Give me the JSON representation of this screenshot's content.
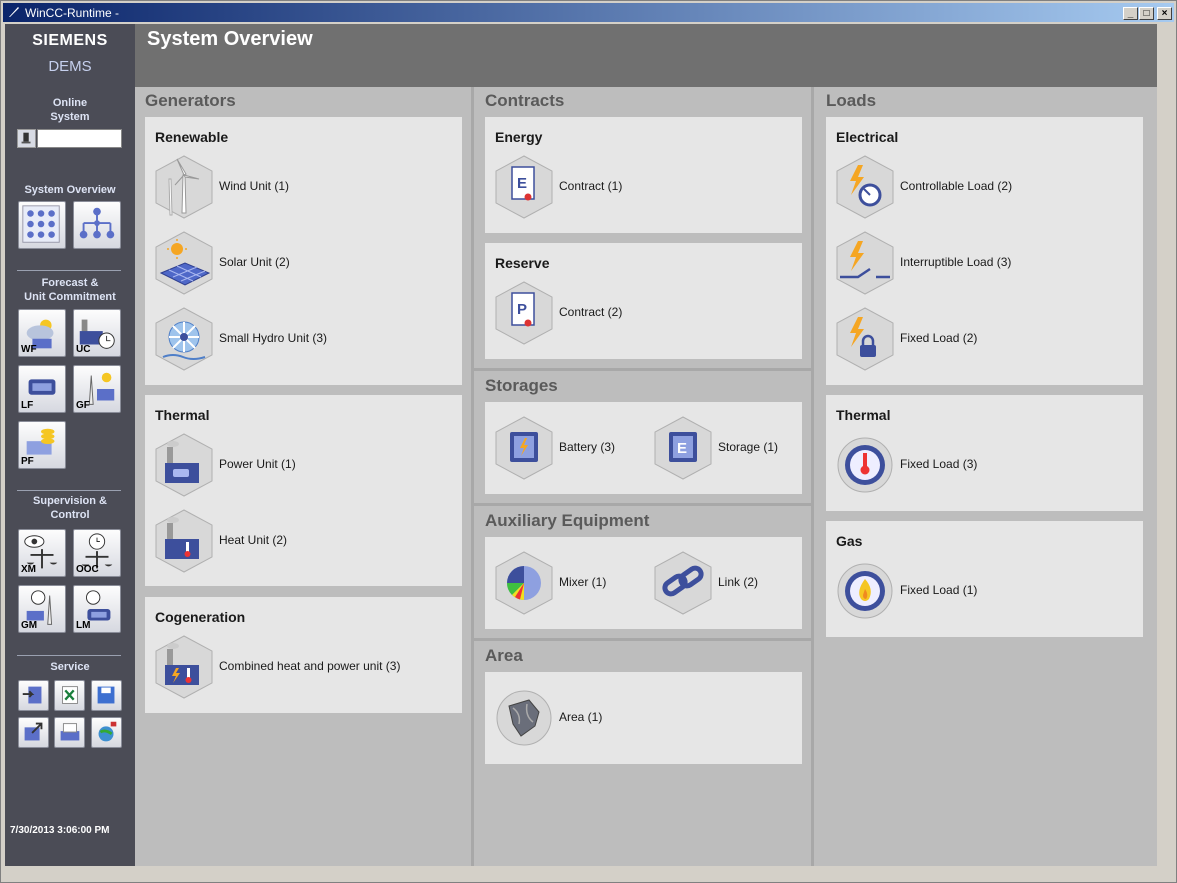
{
  "window": {
    "title": "WinCC-Runtime -",
    "minimize_label": "_",
    "maximize_label": "□",
    "close_label": "×"
  },
  "sidebar": {
    "brand": "SIEMENS",
    "product": "DEMS",
    "online_system_label": "Online\nSystem",
    "online_system_value": "",
    "system_overview_label": "System Overview",
    "forecast_label": "Forecast &\nUnit Commitment",
    "forecast_buttons": [
      "WF",
      "UC",
      "LF",
      "GF",
      "PF"
    ],
    "supervision_label": "Supervision &\nControl",
    "supervision_buttons": [
      "XM",
      "OOC",
      "GM",
      "LM"
    ],
    "service_label": "Service",
    "datetime": "7/30/2013 3:06:00 PM"
  },
  "header": {
    "title": "System Overview"
  },
  "generators": {
    "title": "Generators",
    "renewable": {
      "title": "Renewable",
      "items": [
        "Wind Unit (1)",
        "Solar Unit (2)",
        "Small Hydro Unit (3)"
      ]
    },
    "thermal": {
      "title": "Thermal",
      "items": [
        "Power Unit (1)",
        "Heat Unit (2)"
      ]
    },
    "cogeneration": {
      "title": "Cogeneration",
      "items": [
        "Combined heat and power unit (3)"
      ]
    }
  },
  "contracts": {
    "title": "Contracts",
    "energy": {
      "title": "Energy",
      "items": [
        "Contract (1)"
      ],
      "icon_letter": "E"
    },
    "reserve": {
      "title": "Reserve",
      "items": [
        "Contract (2)"
      ],
      "icon_letter": "P"
    }
  },
  "storages": {
    "title": "Storages",
    "items": [
      "Battery (3)",
      "Storage (1)"
    ],
    "storage_letter": "E"
  },
  "auxiliary": {
    "title": "Auxiliary Equipment",
    "items": [
      "Mixer (1)",
      "Link (2)"
    ]
  },
  "area": {
    "title": "Area",
    "items": [
      "Area (1)"
    ]
  },
  "loads": {
    "title": "Loads",
    "electrical": {
      "title": "Electrical",
      "items": [
        "Controllable Load (2)",
        "Interruptible Load (3)",
        "Fixed Load (2)"
      ]
    },
    "thermal": {
      "title": "Thermal",
      "items": [
        "Fixed Load (3)"
      ]
    },
    "gas": {
      "title": "Gas",
      "items": [
        "Fixed Load (1)"
      ]
    }
  },
  "colors": {
    "sidebar_bg": "#4b4c56",
    "header_bg": "#707070",
    "panel_bg": "#e6e6e6",
    "accent_blue": "#3d4f9c",
    "accent_orange": "#f5a623"
  }
}
